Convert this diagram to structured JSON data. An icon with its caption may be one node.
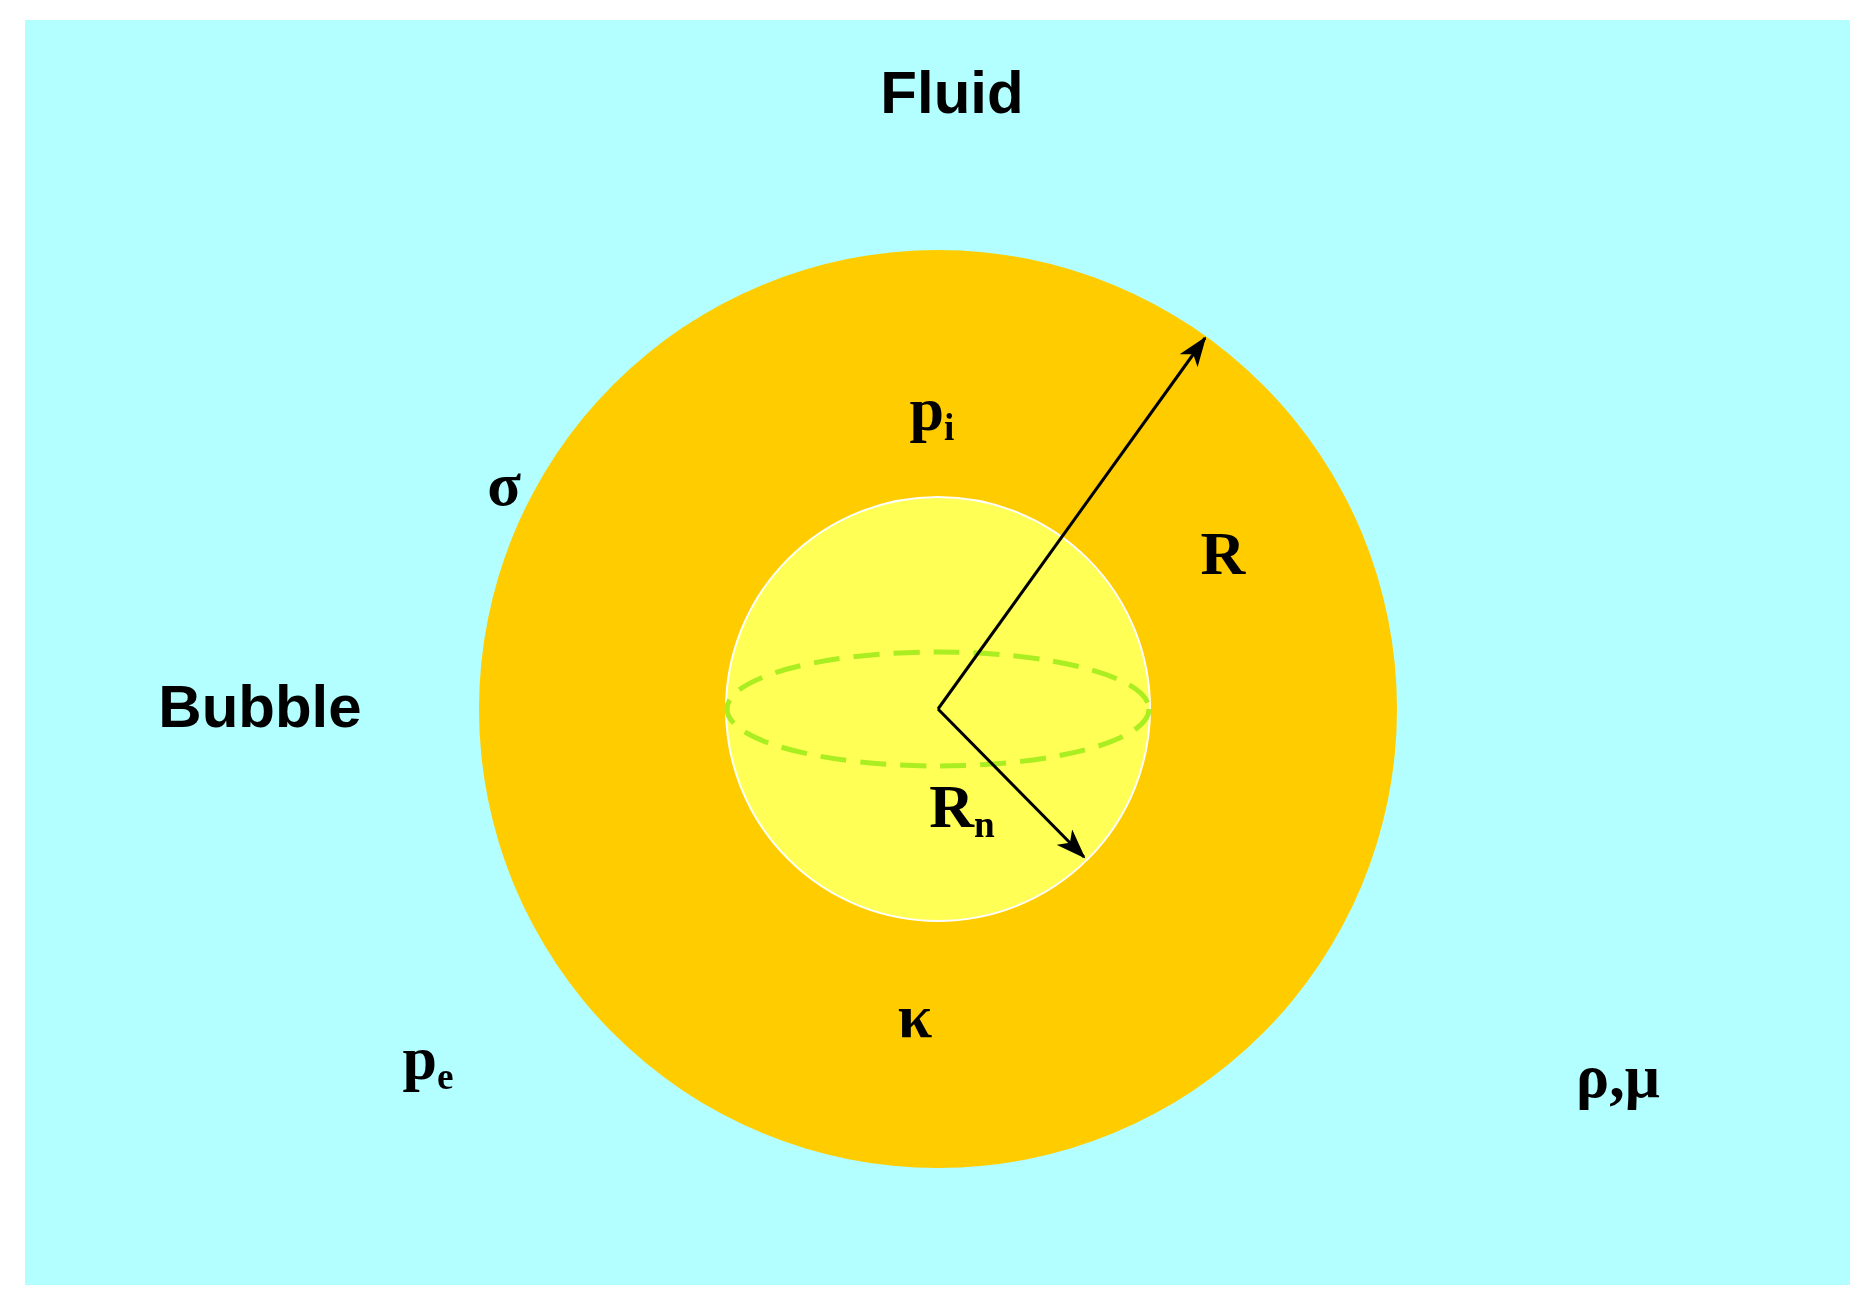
{
  "diagram": {
    "nodes": [
      {
        "text": [
          "Fluid"
        ]
      },
      {
        "text": [],
        "shape": "circle",
        "in": 0
      },
      {
        "text": [],
        "shape": "circle",
        "in": 1
      }
    ],
    "edges": [],
    "labels": [
      "p$_{i}$",
      "σ",
      "R",
      "Bubble",
      "R$_{n}$",
      "κ",
      "p$_{e}$",
      "ρ,μ"
    ]
  }
}
